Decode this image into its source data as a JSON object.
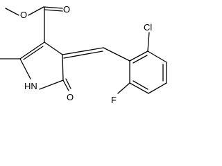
{
  "molecule": {
    "atom_labels": {
      "ester_o_methoxy": "O",
      "ester_o_carbonyl": "O",
      "ring_nh": "HN",
      "lactam_o": "O",
      "chloro": "Cl",
      "fluoro": "F"
    }
  },
  "colors": {
    "background": "#ffffff",
    "ink": "#000000"
  }
}
